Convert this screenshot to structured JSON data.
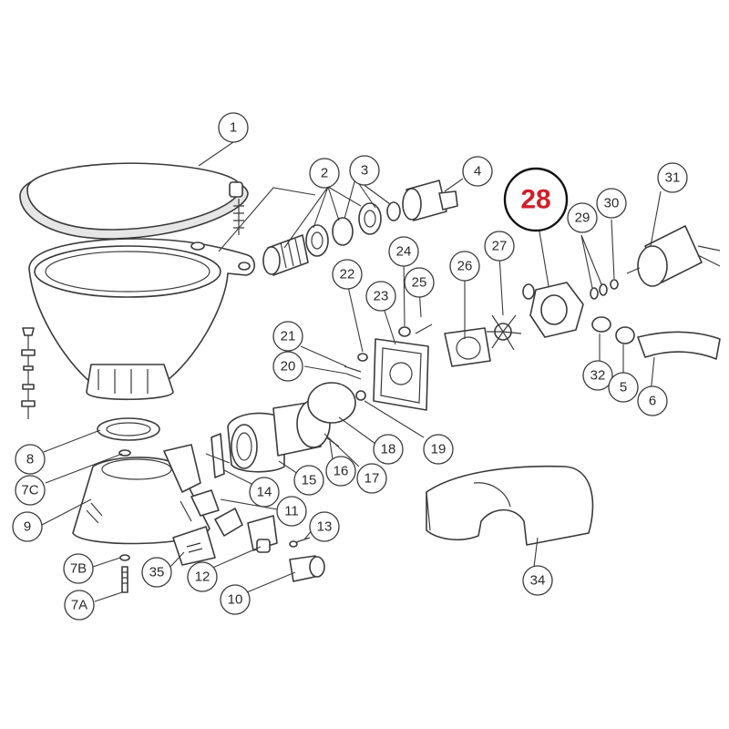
{
  "colors": {
    "line": "#3a3a3a",
    "highlight_text": "#d0202a",
    "background": "#ffffff"
  },
  "callouts": {
    "c1": "1",
    "c2": "2",
    "c3": "3",
    "c4": "4",
    "c5": "5",
    "c6": "6",
    "c7a": "7A",
    "c7b": "7B",
    "c7c": "7C",
    "c8": "8",
    "c9": "9",
    "c10": "10",
    "c11": "11",
    "c12": "12",
    "c13": "13",
    "c14": "14",
    "c15": "15",
    "c16": "16",
    "c17": "17",
    "c18": "18",
    "c19": "19",
    "c20": "20",
    "c21": "21",
    "c22": "22",
    "c23": "23",
    "c24": "24",
    "c25": "25",
    "c26": "26",
    "c27": "27",
    "c28": "28",
    "c29": "29",
    "c30": "30",
    "c31": "31",
    "c32": "32",
    "c34": "34",
    "c35": "35"
  },
  "highlighted_part": "28"
}
